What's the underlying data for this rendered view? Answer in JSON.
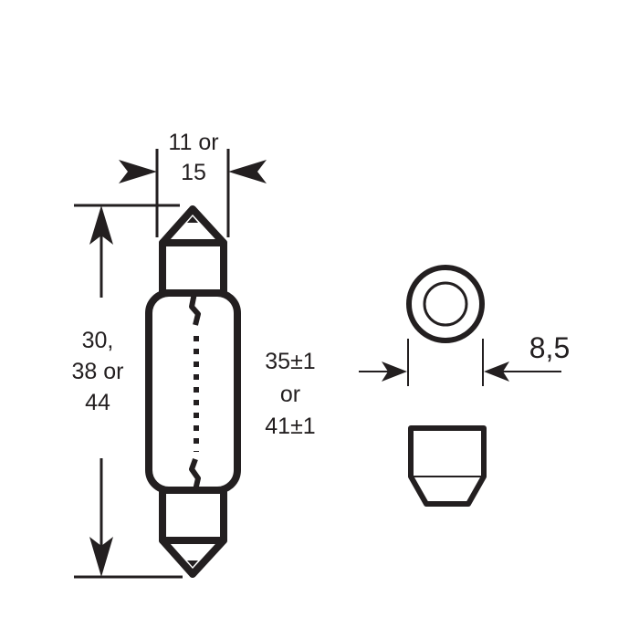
{
  "diagram": {
    "type": "technical-drawing",
    "subject": "festoon bulb dimensions",
    "colors": {
      "stroke": "#231f20",
      "background": "#ffffff"
    },
    "labels": {
      "width_line1": "11 or",
      "width_line2": "15",
      "length_line1": "30,",
      "length_line2": "38 or",
      "length_line3": "44",
      "overall_line1": "35±1",
      "overall_line2": "or",
      "overall_line3": "41±1",
      "cap_diameter": "8,5"
    },
    "views": [
      {
        "name": "side-view",
        "description": "festoon bulb with pointed caps and filament"
      },
      {
        "name": "end-view",
        "description": "concentric circles of cap end"
      },
      {
        "name": "cap-profile",
        "description": "cap side profile"
      }
    ]
  }
}
